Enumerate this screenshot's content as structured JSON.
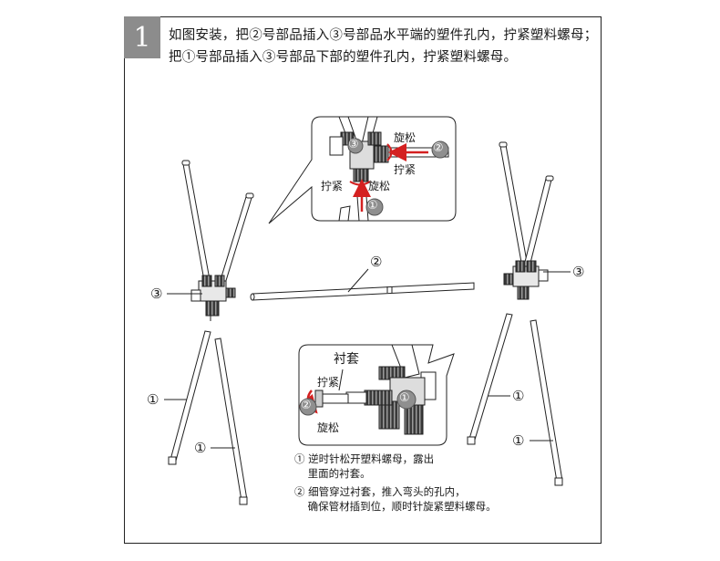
{
  "step": {
    "number": "1",
    "instruction": "如图安装，把②号部品插入③号部品水平端的塑件孔内，拧紧塑料螺母；把①号部品插入③号部品下部的塑件孔内，拧紧塑料螺母。"
  },
  "labels": {
    "part1": "①",
    "part2": "②",
    "part3": "③"
  },
  "callout_top": {
    "loosen_right": "旋松",
    "tighten_right": "拧紧",
    "tighten_left": "拧紧",
    "loosen_bottom": "旋松"
  },
  "callout_bottom": {
    "sleeve": "衬套",
    "tighten": "拧紧",
    "loosen": "旋松"
  },
  "notes": {
    "line1": "① 逆时针松开塑料螺母，露出",
    "line2": "    里面的衬套。",
    "line3": "② 细管穿过衬套，推入弯头的孔内，",
    "line4": "    确保管材插到位，顺时针旋紧塑料螺母。"
  },
  "colors": {
    "step_box": "#8c8c8c",
    "arrow": "#d42020",
    "badge": "#8f8f8f",
    "line": "#222222"
  }
}
